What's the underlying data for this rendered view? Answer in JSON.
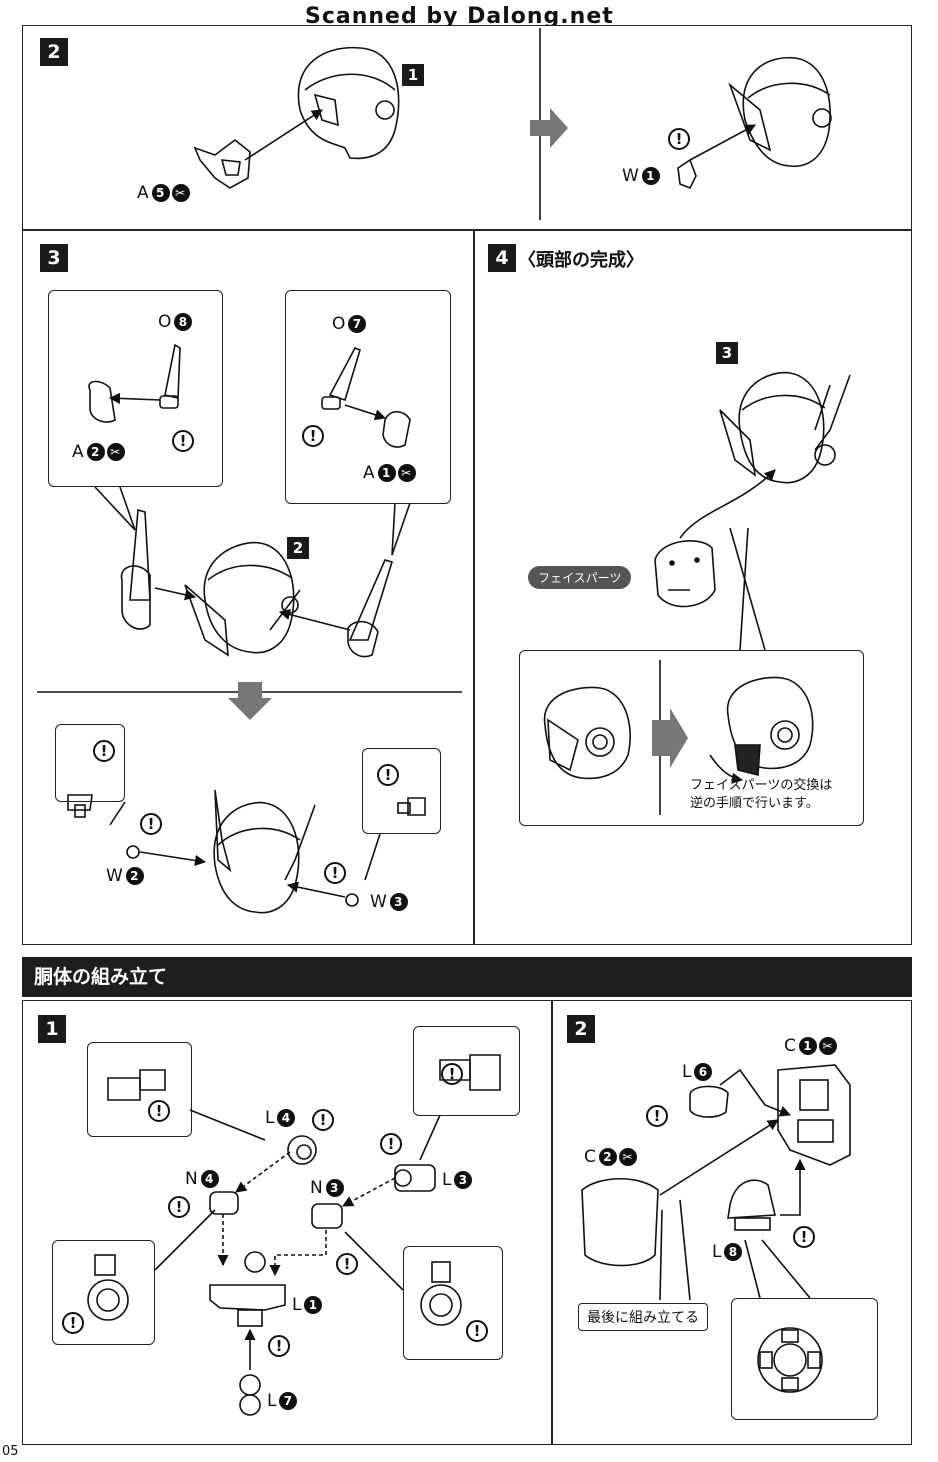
{
  "watermark": "Scanned by Dalong.net",
  "page_number": "05",
  "head_section": {
    "step2": {
      "number": "2",
      "callout": "1",
      "part_a": {
        "letter": "A",
        "num": "5"
      },
      "part_w": {
        "letter": "W",
        "num": "1"
      }
    },
    "step3": {
      "number": "3",
      "callout": "2",
      "part_o8": {
        "letter": "O",
        "num": "8"
      },
      "part_a2": {
        "letter": "A",
        "num": "2"
      },
      "part_o7": {
        "letter": "O",
        "num": "7"
      },
      "part_a1": {
        "letter": "A",
        "num": "1"
      },
      "part_w2": {
        "letter": "W",
        "num": "2"
      },
      "part_w3": {
        "letter": "W",
        "num": "3"
      }
    },
    "step4": {
      "number": "4",
      "title": "〈頭部の完成〉",
      "callout": "3",
      "face_label": "フェイスパーツ",
      "note_line1": "フェイスパーツの交換は",
      "note_line2": "逆の手順で行います。"
    }
  },
  "body_section": {
    "title": "胴体の組み立て",
    "step1": {
      "number": "1",
      "part_l4": {
        "letter": "L",
        "num": "4"
      },
      "part_l3": {
        "letter": "L",
        "num": "3"
      },
      "part_n4": {
        "letter": "N",
        "num": "4"
      },
      "part_n3": {
        "letter": "N",
        "num": "3"
      },
      "part_l1": {
        "letter": "L",
        "num": "1"
      },
      "part_l7": {
        "letter": "L",
        "num": "7"
      }
    },
    "step2": {
      "number": "2",
      "part_c1": {
        "letter": "C",
        "num": "1"
      },
      "part_l6": {
        "letter": "L",
        "num": "6"
      },
      "part_c2": {
        "letter": "C",
        "num": "2"
      },
      "part_l8": {
        "letter": "L",
        "num": "8"
      },
      "last_note": "最後に組み立てる"
    }
  },
  "warning_symbol": "!",
  "cut_icon": "cut-mark-icon",
  "colors": {
    "ink": "#111111",
    "panel": "#1e1e1e",
    "pill": "#555555"
  }
}
